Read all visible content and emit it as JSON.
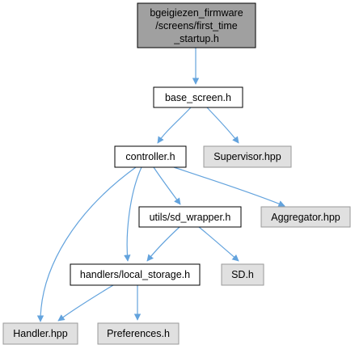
{
  "colors": {
    "edge": "#63a3dd",
    "root_fill": "#a0a0a0",
    "internal_fill": "#ffffff",
    "external_fill": "#e0e0e0",
    "border": "#000000",
    "external_border": "#999999"
  },
  "nodes": {
    "first_time_startup": {
      "lines": [
        "bgeigiezen_firmware",
        "/screens/first_time",
        "_startup.h"
      ],
      "kind": "root"
    },
    "base_screen": {
      "lines": [
        "base_screen.h"
      ],
      "kind": "internal"
    },
    "controller": {
      "lines": [
        "controller.h"
      ],
      "kind": "internal"
    },
    "supervisor": {
      "lines": [
        "Supervisor.hpp"
      ],
      "kind": "external"
    },
    "sd_wrapper": {
      "lines": [
        "utils/sd_wrapper.h"
      ],
      "kind": "internal"
    },
    "aggregator": {
      "lines": [
        "Aggregator.hpp"
      ],
      "kind": "external"
    },
    "local_storage": {
      "lines": [
        "handlers/local_storage.h"
      ],
      "kind": "internal"
    },
    "sd": {
      "lines": [
        "SD.h"
      ],
      "kind": "external"
    },
    "handler": {
      "lines": [
        "Handler.hpp"
      ],
      "kind": "external"
    },
    "preferences": {
      "lines": [
        "Preferences.h"
      ],
      "kind": "external"
    }
  },
  "edges": [
    {
      "from": "first_time_startup",
      "to": "base_screen"
    },
    {
      "from": "base_screen",
      "to": "controller"
    },
    {
      "from": "base_screen",
      "to": "supervisor"
    },
    {
      "from": "controller",
      "to": "sd_wrapper"
    },
    {
      "from": "controller",
      "to": "aggregator"
    },
    {
      "from": "controller",
      "to": "local_storage"
    },
    {
      "from": "controller",
      "to": "handler"
    },
    {
      "from": "sd_wrapper",
      "to": "local_storage"
    },
    {
      "from": "sd_wrapper",
      "to": "sd"
    },
    {
      "from": "local_storage",
      "to": "handler"
    },
    {
      "from": "local_storage",
      "to": "preferences"
    }
  ]
}
